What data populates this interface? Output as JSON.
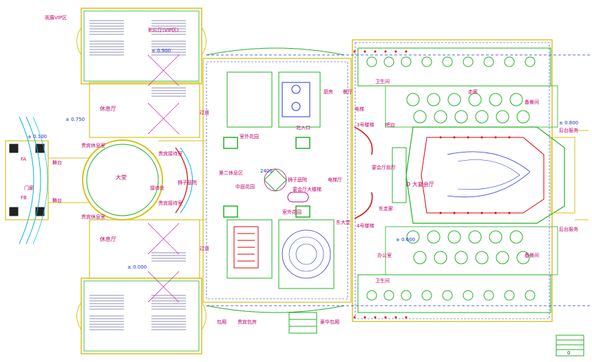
{
  "colors": {
    "wall": "#d6c21a",
    "outline": "#20b020",
    "red": "#e00000",
    "blue": "#2030e0",
    "magenta": "#d000a0",
    "cyan": "#00b8d8",
    "label": "#c0006a"
  },
  "labels": {
    "vip_top": "观展VIP区",
    "theatre_top": "影片厅(VIP区)",
    "lobby_hall": "大堂",
    "rest_hall_top": "休息厅",
    "rest_hall_bottom": "休息厅",
    "lounge_top": "贵宾休息室",
    "lounge_bottom": "贵宾休息室",
    "stage_left": "舞台",
    "stage_left2": "舞台",
    "gate_left": "门廊",
    "vip_reception": "接待处",
    "vip_room_top": "贵宾接待室",
    "vip_room_bottom": "贵宾接待室",
    "garden_top": "室外花园",
    "garden_bottom": "室外花园",
    "second_hall": "第二休息区",
    "central_garden": "中庭花园",
    "lion_court": "狮子庭院",
    "lion_court2": "狮子庭院",
    "grand_stair": "宴会厅大楼梯",
    "corridor_top": "走廊",
    "corridor_mid": "过道",
    "corridor_mid2": "过道",
    "main_banquet": "D 大宴会厅",
    "banquet_prefunction": "宴会厅前厅",
    "service_right_top": "后台服务",
    "service_right_bottom": "后台服务",
    "pantry_top": "备餐间",
    "pantry_bottom": "备餐间",
    "stair_4": "4号楼梯",
    "stair_3": "3号楼梯",
    "bar": "吧台",
    "washroom_top": "卫生间",
    "washroom_bottom": "卫生间",
    "dining_top": "餐厅",
    "elevator": "电梯",
    "vip_suite": "贵宾包房",
    "private_room": "包厢",
    "private_room2": "豪华包厢",
    "kitchen": "厨房",
    "lift_lobby": "电梯厅",
    "office": "办公室",
    "north_entry": "北入口",
    "east_lobby": "东大堂",
    "corridor_east": "东走廊",
    "elev_mark": "± 0.900",
    "elev_mark2": "± 0.750",
    "elev_mark3": "± 0.100",
    "elev_mark4": "± 0.000",
    "elev_mark5": "± 0.600",
    "elev_mark6": "2400",
    "elev_mark7": "± 0.800",
    "fa_left": "FA",
    "fb_left": "FB"
  },
  "legend": {
    "scale_mark": "0"
  }
}
